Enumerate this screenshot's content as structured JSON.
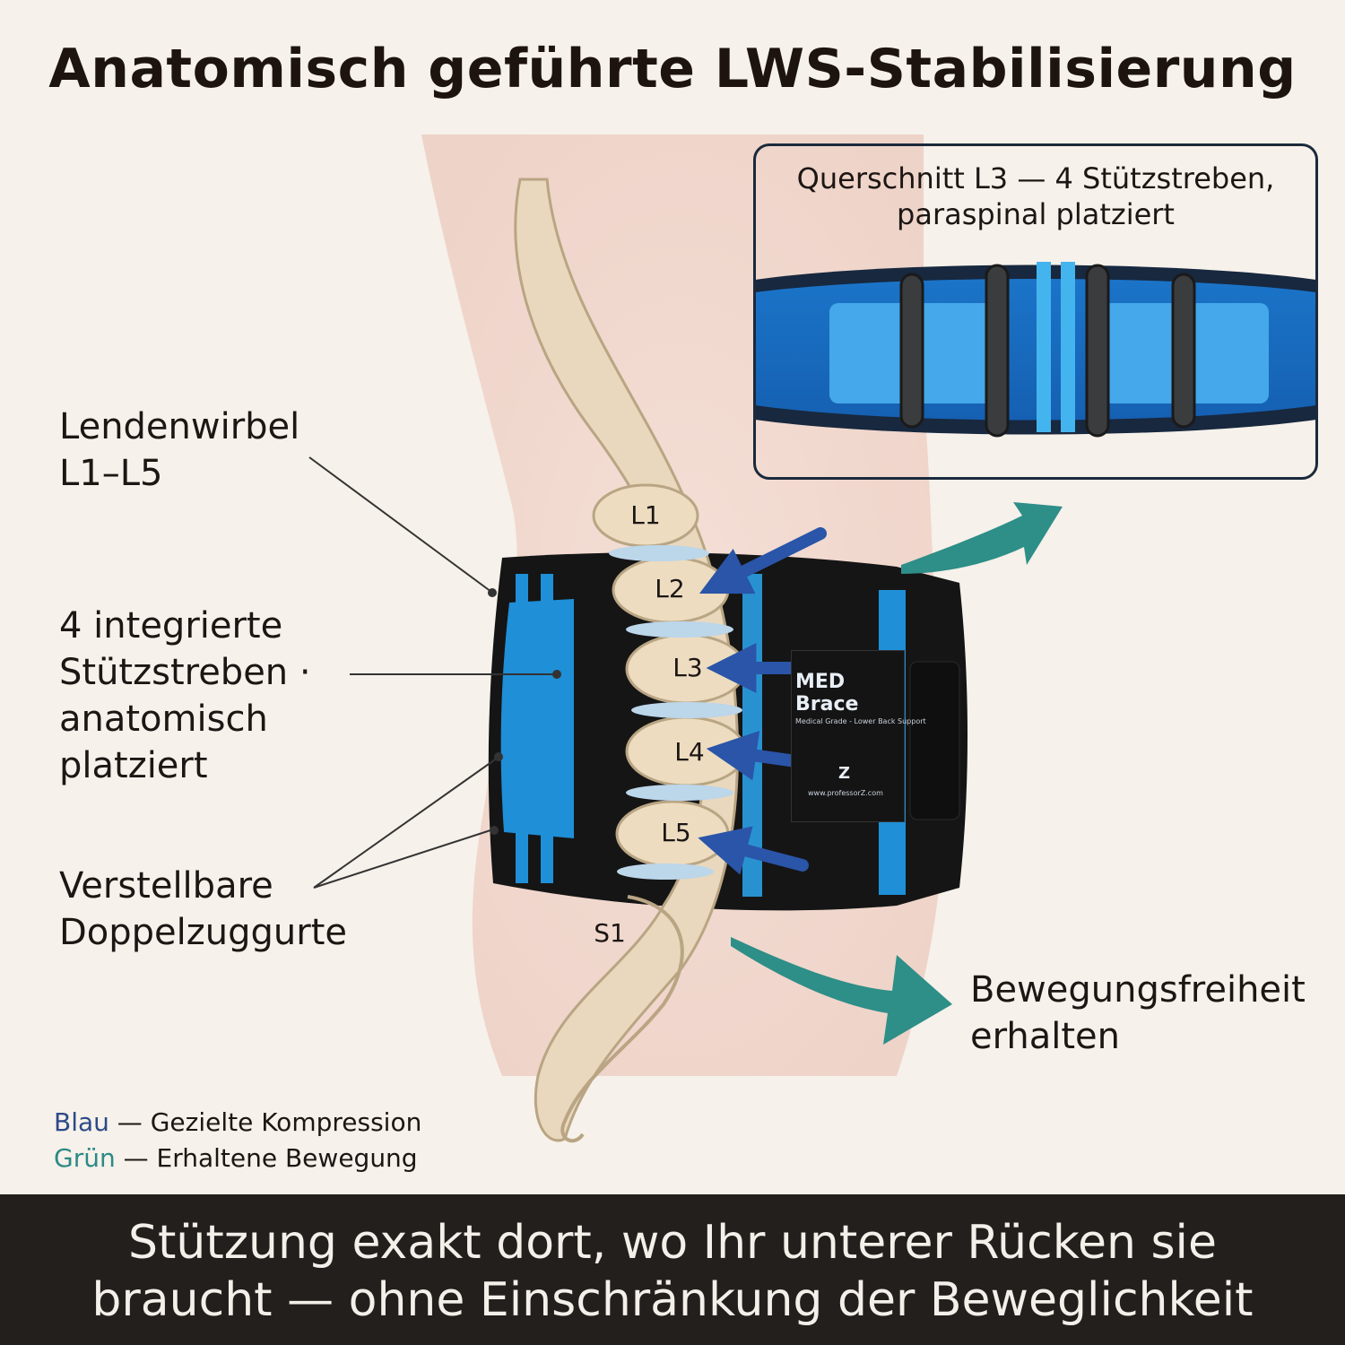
{
  "title": "Anatomisch geführte LWS-Stabilisierung",
  "inset": {
    "caption_line1": "Querschnitt L3 — 4 Stützstreben,",
    "caption_line2": "paraspinal platziert"
  },
  "labels": {
    "vertebrae_line1": "Lendenwirbel",
    "vertebrae_line2": "L1–L5",
    "stays_line1": "4 integrierte",
    "stays_line2": "Stützstreben ·",
    "stays_line3": "anatomisch",
    "stays_line4": "platziert",
    "straps_line1": "Verstellbare",
    "straps_line2": "Doppelzuggurte",
    "motion_line1": "Bewegungsfreiheit",
    "motion_line2": "erhalten"
  },
  "vertebra_labels": [
    "L1",
    "L2",
    "L3",
    "L4",
    "L5",
    "S1"
  ],
  "brand": {
    "logo": "MED Brace",
    "tagline": "Medical Grade - Lower Back Support",
    "mark": "Z",
    "url": "www.professorZ.com"
  },
  "legend": {
    "blue_word": "Blau",
    "blue_text": " — Gezielte Kompression",
    "green_word": "Grün",
    "green_text": " — Erhaltene Bewegung"
  },
  "footer": {
    "line1": "Stützung exakt dort, wo Ihr unterer Rücken sie",
    "line2": "braucht —  ohne Einschränkung der Beweglichkeit"
  },
  "colors": {
    "compression_blue": "#2a55a8",
    "motion_green": "#2e8e88",
    "brace_blue": "#1f8fd8",
    "brace_black": "#151515",
    "footer_bg": "#231f1d"
  }
}
